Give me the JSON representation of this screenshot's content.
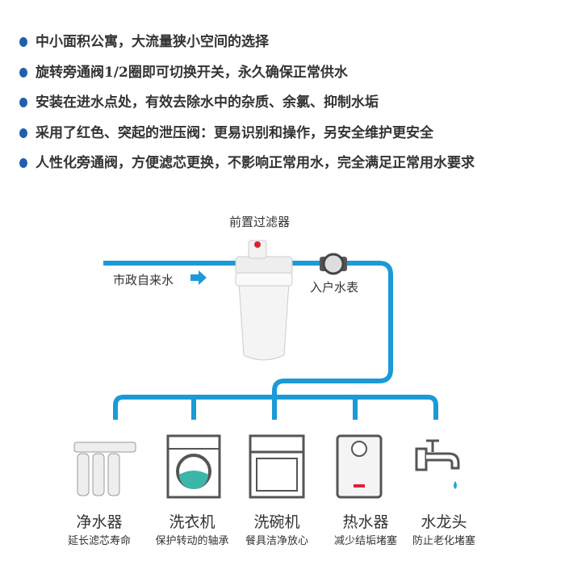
{
  "features": [
    "中小面积公寓，大流量狭小空间的选择",
    "旋转旁通阀1/2圈即可切换开关，永久确保正常供水",
    "安装在进水点处，有效去除水中的杂质、余氯、抑制水垢",
    "采用了红色、突起的泄压阀：更易识别和操作，另安全维护更安全",
    "人性化旁通阀，方便滤芯更换，不影响正常用水，完全满足正常用水要求"
  ],
  "diagram": {
    "filter_label": "前置过滤器",
    "inlet_label": "市政自来水",
    "meter_label": "入户水表",
    "pipe_color": "#1a9ad6",
    "appliances": [
      {
        "name": "净水器",
        "desc": "延长滤芯寿命",
        "icon": "water-purifier-icon"
      },
      {
        "name": "洗衣机",
        "desc": "保护转动的轴承",
        "icon": "washing-machine-icon"
      },
      {
        "name": "洗碗机",
        "desc": "餐具洁净放心",
        "icon": "dishwasher-icon"
      },
      {
        "name": "热水器",
        "desc": "减少结垢堵塞",
        "icon": "water-heater-icon"
      },
      {
        "name": "水龙头",
        "desc": "防止老化堵塞",
        "icon": "faucet-icon"
      }
    ]
  }
}
